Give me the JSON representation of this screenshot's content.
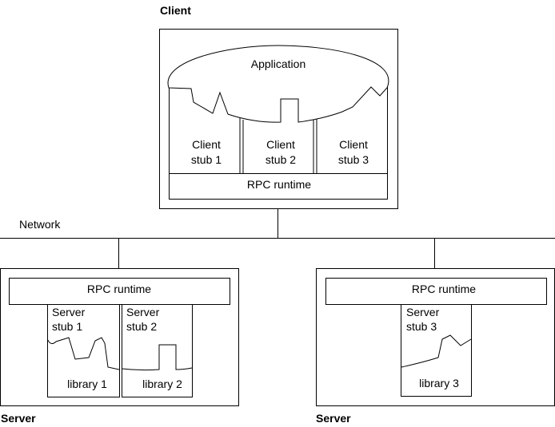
{
  "client": {
    "title": "Client",
    "application": "Application",
    "stubs": [
      {
        "line1": "Client",
        "line2": "stub 1"
      },
      {
        "line1": "Client",
        "line2": "stub 2"
      },
      {
        "line1": "Client",
        "line2": "stub 3"
      }
    ],
    "runtime": "RPC runtime"
  },
  "network": {
    "label": "Network"
  },
  "servers": [
    {
      "title": "Server",
      "runtime": "RPC runtime",
      "stubs": [
        {
          "line1": "Server",
          "line2": "stub 1",
          "library": "library 1"
        },
        {
          "line1": "Server",
          "line2": "stub 2",
          "library": "library 2"
        }
      ]
    },
    {
      "title": "Server",
      "runtime": "RPC runtime",
      "stubs": [
        {
          "line1": "Server",
          "line2": "stub 3",
          "library": "library 3"
        }
      ]
    }
  ]
}
